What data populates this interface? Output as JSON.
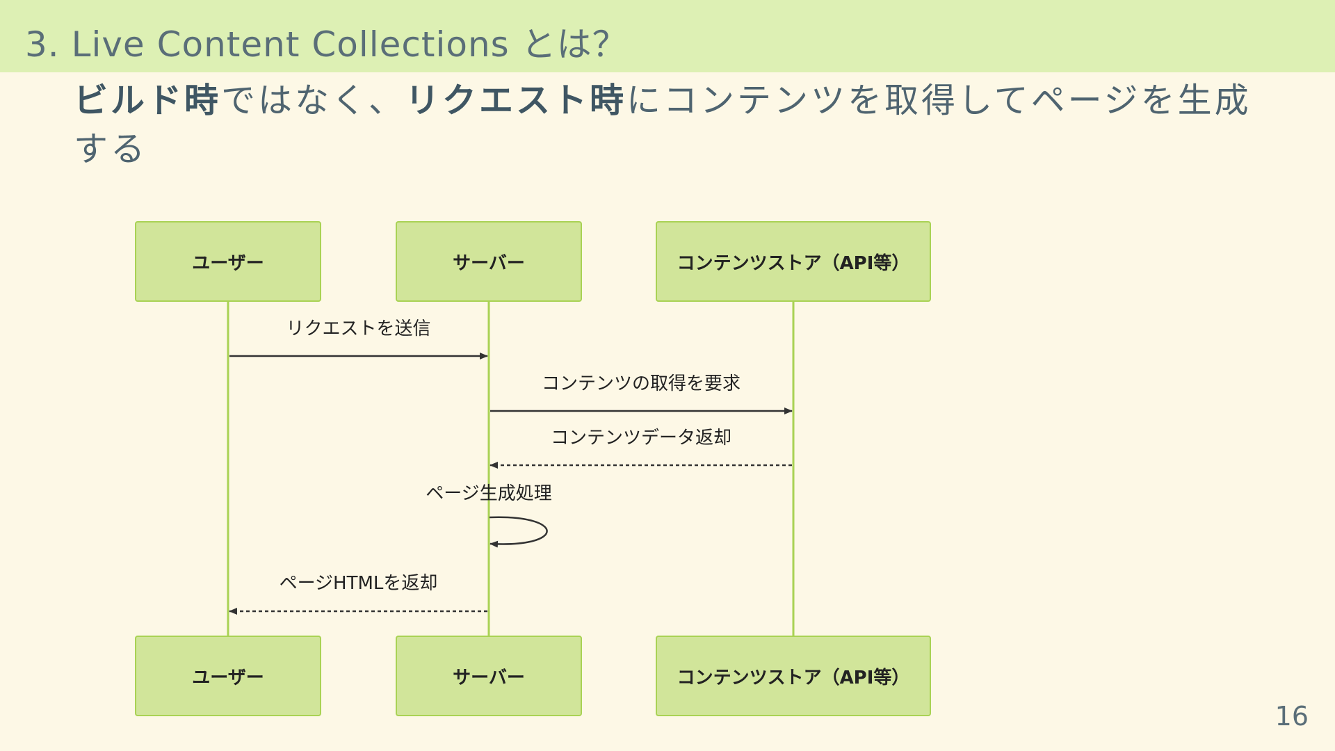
{
  "header": {
    "title": "3. Live Content Collections とは？"
  },
  "lead": {
    "part1": "ビルド時",
    "part2": "ではなく、",
    "part3": "リクエスト時",
    "part4": "にコンテンツを取得してページを生成する"
  },
  "diagram": {
    "participants": [
      {
        "id": "user",
        "label": "ユーザー"
      },
      {
        "id": "server",
        "label": "サーバー"
      },
      {
        "id": "store",
        "label": "コンテンツストア（API等）"
      }
    ],
    "messages": [
      {
        "from": "user",
        "to": "server",
        "label": "リクエストを送信",
        "style": "solid"
      },
      {
        "from": "server",
        "to": "store",
        "label": "コンテンツの取得を要求",
        "style": "solid"
      },
      {
        "from": "store",
        "to": "server",
        "label": "コンテンツデータ返却",
        "style": "dashed"
      },
      {
        "from": "server",
        "to": "server",
        "label": "ページ生成処理",
        "style": "solid"
      },
      {
        "from": "server",
        "to": "user",
        "label": "ページHTMLを返却",
        "style": "dashed"
      }
    ]
  },
  "page_number": "16",
  "colors": {
    "header_bg": "#ddf0b4",
    "page_bg": "#fdf8e6",
    "actor_fill": "#d1e59a",
    "lifeline": "#a9d254",
    "arrow": "#333333"
  }
}
